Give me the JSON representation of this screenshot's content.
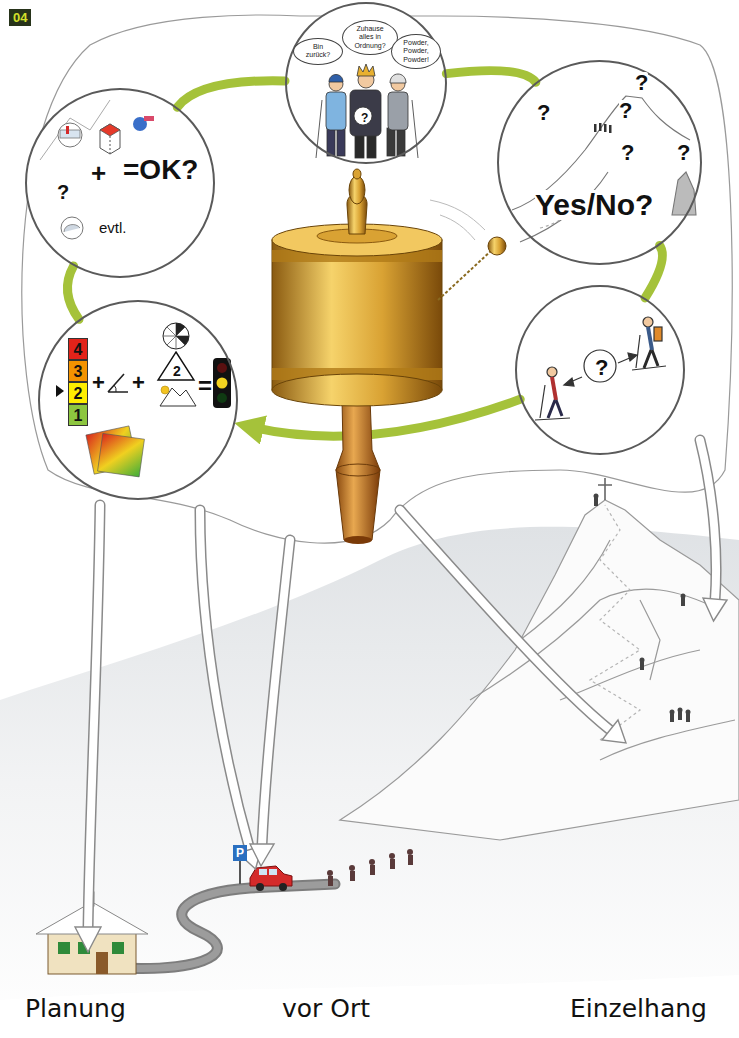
{
  "diagram": {
    "nodes": [
      {
        "text": [
          "?",
          "+",
          "=OK?",
          "evtl."
        ]
      },
      {
        "text": [
          "?"
        ]
      },
      {
        "text": [
          "Bin zurück?"
        ],
        "in": 1
      },
      {
        "text": [
          "Zuhause alles in Ordnung?"
        ],
        "in": 1
      },
      {
        "text": [
          "Powder, Powder, Powder!"
        ],
        "in": 1
      },
      {
        "text": [
          "?",
          "?",
          "?",
          "?",
          "?",
          "Yes/No?"
        ]
      },
      {
        "text": [
          "?"
        ]
      },
      {
        "text": [
          "4",
          "3",
          "2",
          "1",
          "+",
          "+",
          "2",
          "="
        ]
      }
    ],
    "edges": [
      {
        "from": 0,
        "to": 1,
        "arrow": "none"
      },
      {
        "from": 1,
        "to": 5,
        "arrow": "none"
      },
      {
        "from": 5,
        "to": 6,
        "arrow": "none"
      },
      {
        "from": 6,
        "to": 7,
        "arrow": "to"
      },
      {
        "from": 7,
        "to": 0,
        "arrow": "none"
      }
    ],
    "labels": [
      "04",
      "P",
      "Planung",
      "vor Ort",
      "Einzelhang"
    ]
  }
}
